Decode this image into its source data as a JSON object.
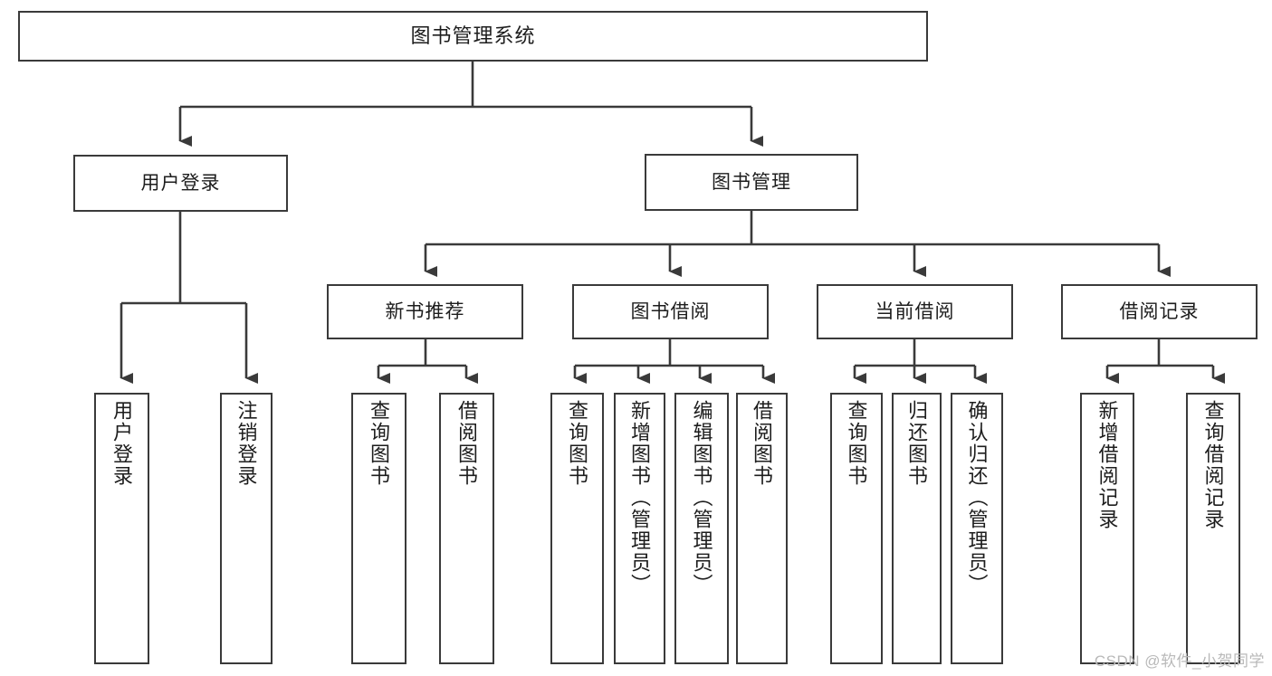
{
  "diagram": {
    "type": "tree",
    "title": "图书管理系统",
    "watermark": "CSDN @软件_小贺同学",
    "colors": {
      "box_border": "#3a3a3a",
      "box_fill": "#ffffff",
      "connector": "#3a3a3a",
      "text": "#1d1d1d",
      "watermark": "#b9b9b9",
      "background": "#ffffff"
    },
    "root": {
      "label": "图书管理系统"
    },
    "level2": [
      {
        "label": "用户登录"
      },
      {
        "label": "图书管理"
      }
    ],
    "level3": [
      {
        "label": "新书推荐"
      },
      {
        "label": "图书借阅"
      },
      {
        "label": "当前借阅"
      },
      {
        "label": "借阅记录"
      }
    ],
    "leaves": {
      "user_login": [
        {
          "label": "用户登录"
        },
        {
          "label": "注销登录"
        }
      ],
      "new_book_rec": [
        {
          "label": "查询图书"
        },
        {
          "label": "借阅图书"
        }
      ],
      "book_borrow": [
        {
          "label": "查询图书"
        },
        {
          "label": "新增图书（管理员）"
        },
        {
          "label": "编辑图书（管理员）"
        },
        {
          "label": "借阅图书"
        }
      ],
      "current_borrow": [
        {
          "label": "查询图书"
        },
        {
          "label": "归还图书"
        },
        {
          "label": "确认归还（管理员）"
        }
      ],
      "borrow_record": [
        {
          "label": "新增借阅记录"
        },
        {
          "label": "查询借阅记录"
        }
      ]
    }
  }
}
